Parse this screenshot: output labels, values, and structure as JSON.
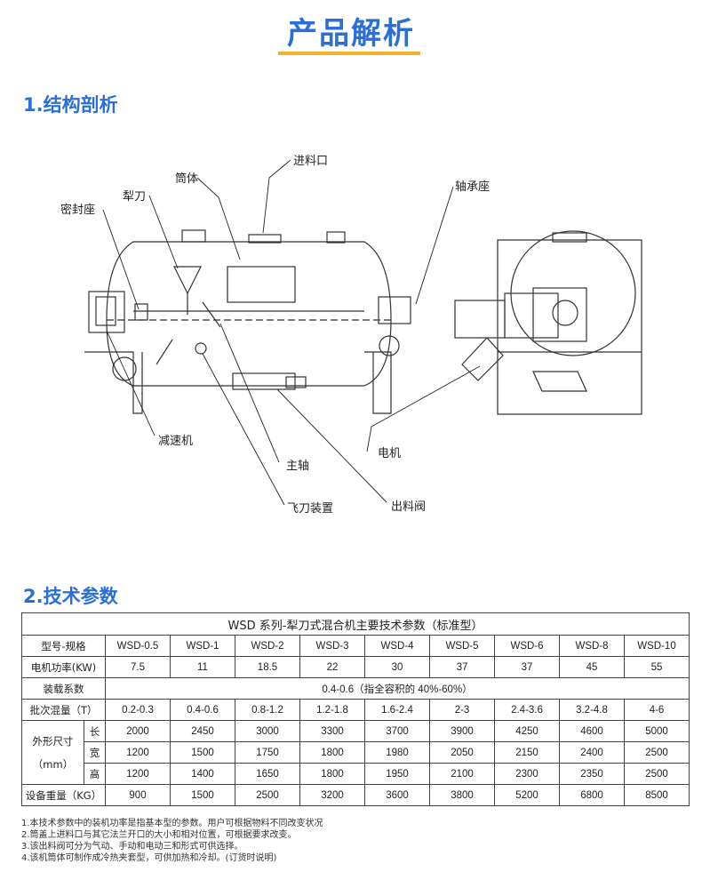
{
  "page_title": "产品解析",
  "section1_title": "1.结构剖析",
  "section2_title": "2.技术参数",
  "diagram_labels": {
    "inlet": "进料口",
    "barrel": "筒体",
    "plough": "犁刀",
    "seal_seat": "密封座",
    "bearing_seat": "轴承座",
    "reducer": "减速机",
    "main_shaft": "主轴",
    "fly_cutter": "飞刀装置",
    "discharge_valve": "出料阀",
    "motor": "电机"
  },
  "table": {
    "caption": "WSD 系列-犁刀式混合机主要技术参数（标准型）",
    "model_label": "型号-规格",
    "models": [
      "WSD-0.5",
      "WSD-1",
      "WSD-2",
      "WSD-3",
      "WSD-4",
      "WSD-5",
      "WSD-6",
      "WSD-8",
      "WSD-10"
    ],
    "power_label": "电机功率(KW)",
    "power": [
      "7.5",
      "11",
      "18.5",
      "22",
      "30",
      "37",
      "37",
      "45",
      "55"
    ],
    "load_label": "装载系数",
    "load_value": "0.4-0.6（指全容积的 40%-60%）",
    "batch_label": "批次混量（T）",
    "batch": [
      "0.2-0.3",
      "0.4-0.6",
      "0.8-1.2",
      "1.2-1.8",
      "1.6-2.4",
      "2-3",
      "2.4-3.6",
      "3.2-4.8",
      "4-6"
    ],
    "size_label_1": "外形尺寸",
    "size_label_2": "（mm）",
    "length_label": "长",
    "length": [
      "2000",
      "2450",
      "3000",
      "3300",
      "3700",
      "3900",
      "4250",
      "4600",
      "5000"
    ],
    "width_label": "宽",
    "width": [
      "1200",
      "1500",
      "1750",
      "1800",
      "1980",
      "2050",
      "2150",
      "2400",
      "2500"
    ],
    "height_label": "高",
    "height": [
      "1200",
      "1400",
      "1650",
      "1800",
      "1950",
      "2100",
      "2300",
      "2350",
      "2500"
    ],
    "weight_label": "设备重量（KG）",
    "weight": [
      "900",
      "1500",
      "2500",
      "3200",
      "3600",
      "3800",
      "5200",
      "6800",
      "8500"
    ]
  },
  "notes": [
    "1.本技术参数中的装机功率是指基本型的参数。用户可根据物料不同改变状况",
    "2.筒盖上进料口与其它法兰开口的大小和相对位置，可根据要求改变。",
    "3.该出料阀可分为气动、手动和电动三和形式可供选择。",
    "4.该机筒体可制作成冷热夹套型，可供加热和冷却。(订货时说明)"
  ],
  "colors": {
    "title_blue": "#2b6fd6",
    "underline_yellow": "#f2b32c"
  }
}
